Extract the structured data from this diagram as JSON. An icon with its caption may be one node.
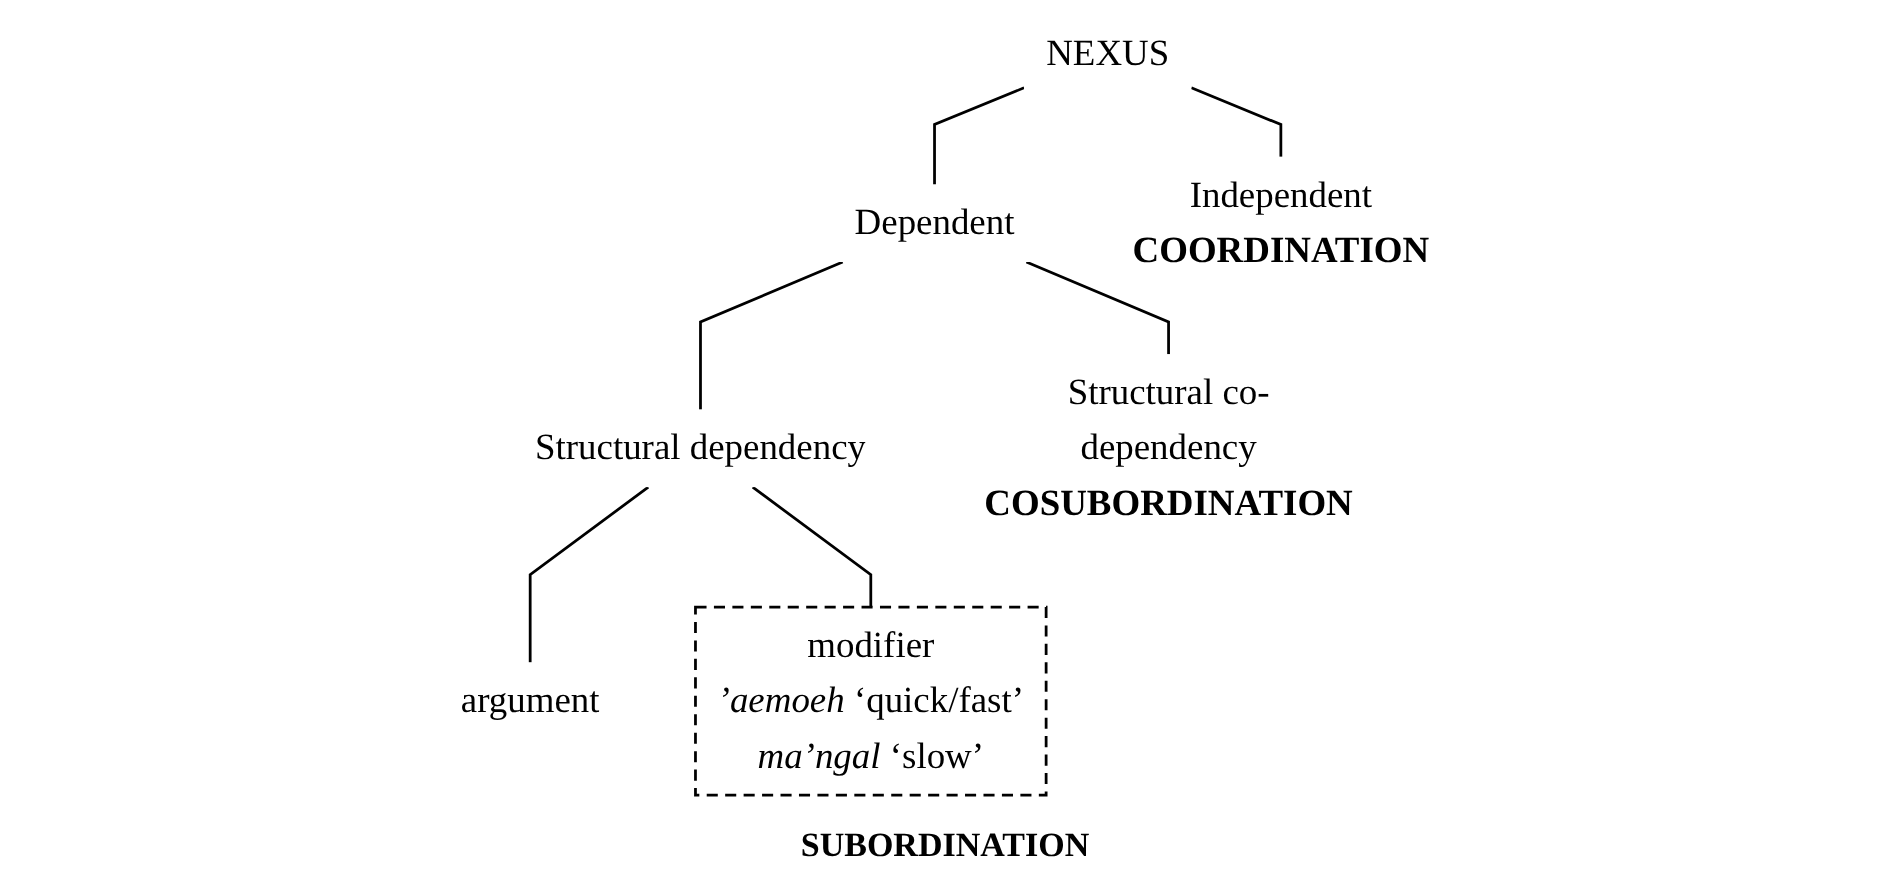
{
  "diagram": {
    "nodes": [
      {
        "text": [
          "NEXUS"
        ]
      },
      {
        "text": [
          "Dependent"
        ]
      },
      {
        "text": [
          "Independent",
          "COORDINATION"
        ]
      },
      {
        "text": [
          "Structural dependency"
        ]
      },
      {
        "text": [
          "Structural co-dependency",
          "COSUBORDINATION"
        ]
      },
      {
        "text": [
          "argument"
        ]
      },
      {
        "text": [
          "modifier",
          "*’aemoeh* ‘quick/fast’",
          "*ma’ngal* ‘slow’"
        ]
      }
    ],
    "edges": [
      {
        "from": 0,
        "to": 1,
        "arrow": "none"
      },
      {
        "from": 0,
        "to": 2,
        "arrow": "none"
      },
      {
        "from": 1,
        "to": 3,
        "arrow": "none"
      },
      {
        "from": 1,
        "to": 4,
        "arrow": "none"
      },
      {
        "from": 3,
        "to": 5,
        "arrow": "none"
      },
      {
        "from": 3,
        "to": 6,
        "arrow": "none"
      }
    ],
    "labels": [
      "SUBORDINATION"
    ]
  }
}
